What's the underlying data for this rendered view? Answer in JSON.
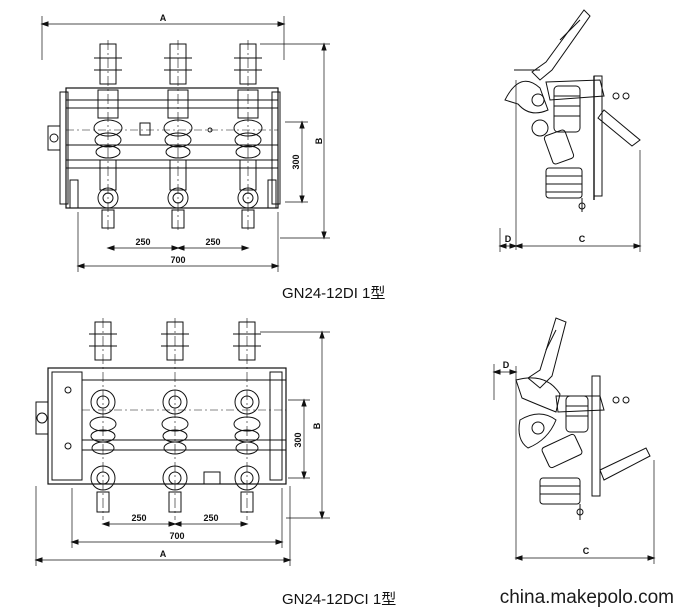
{
  "top": {
    "dims": {
      "A": "A",
      "B": "B",
      "d300": "300",
      "d250a": "250",
      "d250b": "250",
      "d700": "700",
      "D": "D",
      "C": "C"
    },
    "caption": "GN24-12DI  1型"
  },
  "bottom": {
    "dims": {
      "A": "A",
      "B": "B",
      "d300": "300",
      "d250a": "250",
      "d250b": "250",
      "d700": "700",
      "D": "D",
      "C": "C"
    },
    "caption": "GN24-12DCI  1型"
  },
  "watermark": "china.makepolo.com",
  "colors": {
    "line": "#111111",
    "background": "#ffffff"
  }
}
